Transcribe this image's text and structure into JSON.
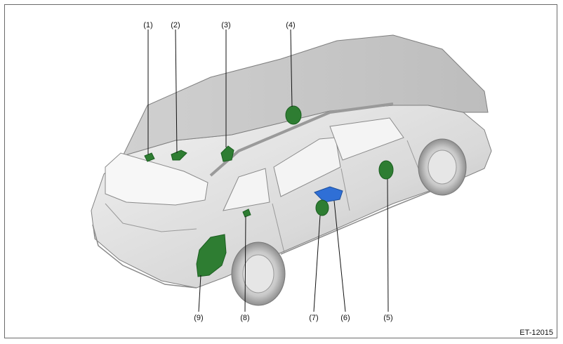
{
  "figure_code": "ET-12015",
  "callouts": [
    {
      "id": "1",
      "text": "(1)"
    },
    {
      "id": "2",
      "text": "(2)"
    },
    {
      "id": "3",
      "text": "(3)"
    },
    {
      "id": "4",
      "text": "(4)"
    },
    {
      "id": "5",
      "text": "(5)"
    },
    {
      "id": "6",
      "text": "(6)"
    },
    {
      "id": "7",
      "text": "(7)"
    },
    {
      "id": "8",
      "text": "(8)"
    },
    {
      "id": "9",
      "text": "(9)"
    }
  ],
  "colors": {
    "component_green": "#2e7d32",
    "component_blue": "#2f6fd6",
    "body_light": "#e9e9e9",
    "body_mid": "#cfcfcf",
    "body_dark": "#9c9c9c",
    "outline": "#7a7a7a"
  }
}
